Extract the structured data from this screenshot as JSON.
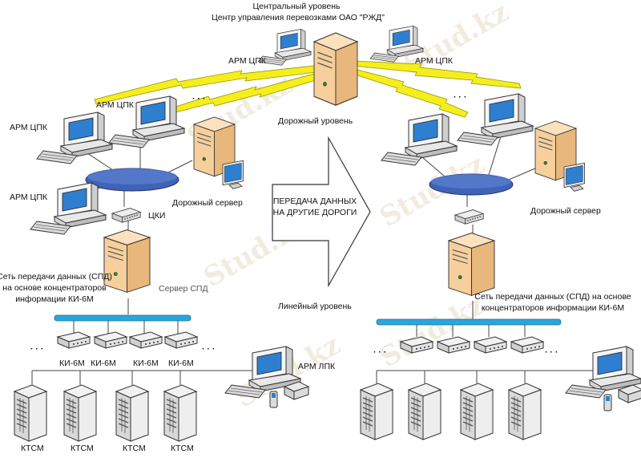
{
  "title": {
    "line1": "Центральный уровень",
    "line2": "Центр управления перевозками ОАО \"РЖД\""
  },
  "labels": {
    "arm_cpk": "АРМ ЦПК",
    "road_level": "Дорожный уровень",
    "road_server": "Дорожный сервер",
    "cki": "ЦКИ",
    "spd_server": "Сервер СПД",
    "line_level": "Линейный уровень",
    "arm_lpk": "АРМ ЛПК",
    "ki6m": "КИ-6М",
    "ktsm": "КТСМ",
    "ellipsis": "· · ·"
  },
  "spd_left": {
    "line1": "Сеть передачи данных (СПД)",
    "line2": "на основе концентраторов",
    "line3": "информации КИ-6М"
  },
  "spd_right": {
    "line1": "Сеть передачи данных (СПД) на основе",
    "line2": "концентраторов информации КИ-6М"
  },
  "arrow": {
    "line1": "ПЕРЕДАЧА ДАННЫХ",
    "line2": "НА ДРУГИЕ ДОРОГИ"
  },
  "watermark": "Stud.kz",
  "colors": {
    "server_orange": "#f6cf9c",
    "ring_blue": "#3f63b8",
    "bus_cyan": "#2aa6de",
    "lightning": "#f4ee1c",
    "screen_blue": "#2f7fd0"
  }
}
